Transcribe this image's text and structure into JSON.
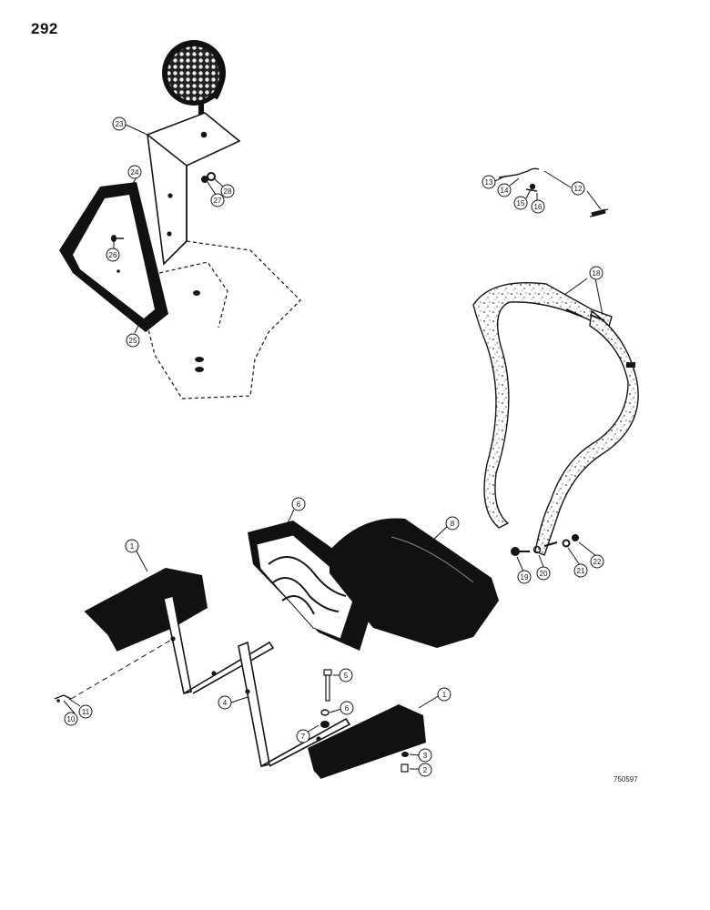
{
  "page": {
    "number": "292",
    "reference_code": "750597"
  },
  "callouts": [
    {
      "id": "c23",
      "label": "23"
    },
    {
      "id": "c24",
      "label": "24"
    },
    {
      "id": "c25",
      "label": "25"
    },
    {
      "id": "c26",
      "label": "26"
    },
    {
      "id": "c27",
      "label": "27"
    },
    {
      "id": "c28",
      "label": "28"
    },
    {
      "id": "c12",
      "label": "12"
    },
    {
      "id": "c13",
      "label": "13"
    },
    {
      "id": "c14",
      "label": "14"
    },
    {
      "id": "c15",
      "label": "15"
    },
    {
      "id": "c16",
      "label": "16"
    },
    {
      "id": "c18",
      "label": "18"
    },
    {
      "id": "c19",
      "label": "19"
    },
    {
      "id": "c20",
      "label": "20"
    },
    {
      "id": "c21",
      "label": "21"
    },
    {
      "id": "c22",
      "label": "22"
    },
    {
      "id": "c6",
      "label": "6"
    },
    {
      "id": "c8",
      "label": "8"
    },
    {
      "id": "c1a",
      "label": "1"
    },
    {
      "id": "c1b",
      "label": "1"
    },
    {
      "id": "c4",
      "label": "4"
    },
    {
      "id": "c5",
      "label": "5"
    },
    {
      "id": "c6b",
      "label": "6"
    },
    {
      "id": "c7",
      "label": "7"
    },
    {
      "id": "c10",
      "label": "10"
    },
    {
      "id": "c11",
      "label": "11"
    },
    {
      "id": "c2",
      "label": "2"
    },
    {
      "id": "c3",
      "label": "3"
    }
  ],
  "colors": {
    "ink": "#151515",
    "paper": "#ffffff",
    "foam": "#d9d9d9"
  }
}
